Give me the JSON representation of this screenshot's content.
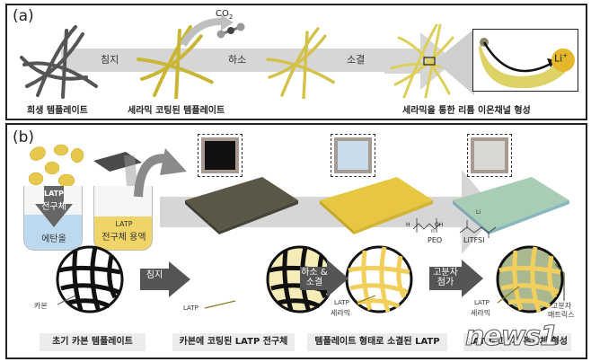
{
  "panel_a": {
    "label": "(a)",
    "steps": [
      "침지",
      "하소",
      "소결"
    ],
    "co2_label": "CO",
    "co2_subscript": "2",
    "captions": {
      "sacrificial": "희생 템플레이트",
      "coated": "세라믹 코팅된 템플레이트",
      "channel": "세라믹을 통한 리튬 이온채널 형성"
    },
    "ion_label": "Li",
    "ion_superscript": "+"
  },
  "panel_b": {
    "label": "(b)",
    "beaker1": {
      "arrow_line1": "LATP",
      "arrow_line2": "전구체",
      "liquid": "에탄올"
    },
    "beaker2": {
      "line1": "LATP",
      "line2": "전구체 용액"
    },
    "arrows": [
      {
        "line1": "침지",
        "line2": ""
      },
      {
        "line1": "하소 &",
        "line2": "소결"
      },
      {
        "line1": "고분자",
        "line2": "첨가"
      }
    ],
    "circle_labels": {
      "carbon": "카본",
      "latp": "LATP",
      "latp_ceramic_1": "LATP",
      "latp_ceramic_2": "세라믹",
      "latp_ceramic_b_1": "LATP",
      "latp_ceramic_b_2": "세라믹",
      "polymer_1": "고분자",
      "polymer_2": "매트릭스"
    },
    "chemicals": {
      "peo": "PEO",
      "litfsi": "LiTFSI",
      "li": "Li",
      "peo_n": "n",
      "peo_oh": "OH",
      "peo_h": "H"
    },
    "captions": [
      "초기 카본 템플레이트",
      "카본에 코팅된 LATP 전구체",
      "템플레이트 형태로 소결된 LATP",
      "LATP-고분자 복합체 형성"
    ],
    "watermark": "news1"
  },
  "colors": {
    "gray_bar": "#d6d6d6",
    "dark_arrow": "#555555",
    "yellow": "#e8c94a",
    "carbon_sheet": "#5b5746",
    "green_sheet": "#a9cdb4",
    "ethanol": "#bcd9ef"
  }
}
